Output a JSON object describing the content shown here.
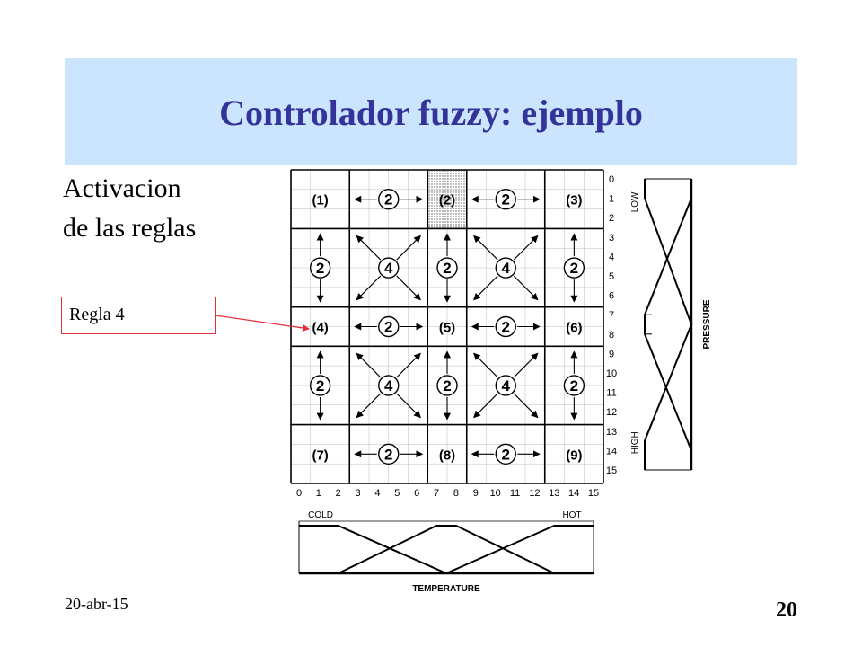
{
  "slide": {
    "title": "Controlador fuzzy: ejemplo",
    "subtitle_line1": "Activacion",
    "subtitle_line2": "de las reglas",
    "callout": "Regla 4",
    "date": "20-abr-15",
    "page_number": "20"
  },
  "diagram": {
    "grid_rules": [
      "(1)",
      "(2)",
      "(3)",
      "(4)",
      "(5)",
      "(6)",
      "(7)",
      "(8)",
      "(9)"
    ],
    "highlighted_rule": "(2)",
    "node_values_horizontal": "2",
    "node_values_vertical": "2",
    "node_values_diagonal": "4",
    "pressure_ticks": [
      "0",
      "1",
      "2",
      "3",
      "4",
      "5",
      "6",
      "7",
      "8",
      "9",
      "10",
      "11",
      "12",
      "13",
      "14",
      "15"
    ],
    "temperature_ticks": [
      "0",
      "1",
      "2",
      "3",
      "4",
      "5",
      "6",
      "7",
      "8",
      "9",
      "10",
      "11",
      "12",
      "13",
      "14",
      "15"
    ],
    "pressure_label": "PRESSURE",
    "pressure_low": "LOW",
    "pressure_high": "HIGH",
    "temperature_label": "TEMPERATURE",
    "temperature_cold": "COLD",
    "temperature_hot": "HOT"
  },
  "colors": {
    "title_band": "#cce5ff",
    "title_text": "#333399",
    "callout_border": "#e0303c"
  }
}
